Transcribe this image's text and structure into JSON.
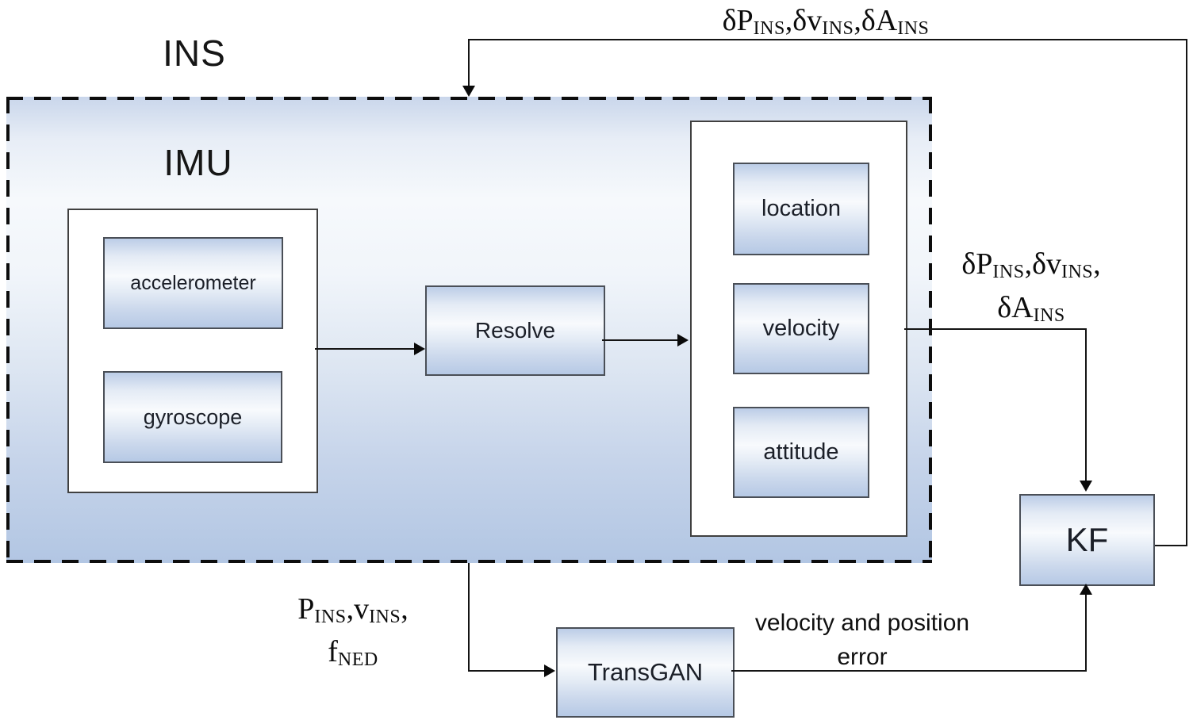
{
  "titles": {
    "ins": "INS",
    "imu": "IMU"
  },
  "boxes": {
    "accelerometer": "accelerometer",
    "gyroscope": "gyroscope",
    "resolve": "Resolve",
    "location": "location",
    "velocity": "velocity",
    "attitude": "attitude",
    "transgan": "TransGAN",
    "kf": "KF"
  },
  "math_labels": {
    "top_feedback": {
      "parts": [
        "δP",
        "INS",
        ",δv",
        "INS",
        ",δA",
        "INS"
      ]
    },
    "right_output": {
      "line1": [
        "δP",
        "INS",
        ",δv",
        "INS",
        ","
      ],
      "line2": [
        "δA",
        "INS"
      ]
    },
    "bottom_left": {
      "line1": [
        "P",
        "INS",
        ",v",
        "INS",
        ","
      ],
      "line2": [
        "f",
        "NED"
      ]
    }
  },
  "text_labels": {
    "transgan_out_line1": "velocity and position",
    "transgan_out_line2": "error"
  },
  "colors": {
    "box_gradient_top": "#bccde7",
    "box_gradient_middle": "#f8fafd",
    "box_gradient_bottom": "#b6c9e5",
    "box_border": "#4a4f57",
    "container_background": "#ffffff",
    "line": "#141414",
    "background": "#ffffff"
  }
}
